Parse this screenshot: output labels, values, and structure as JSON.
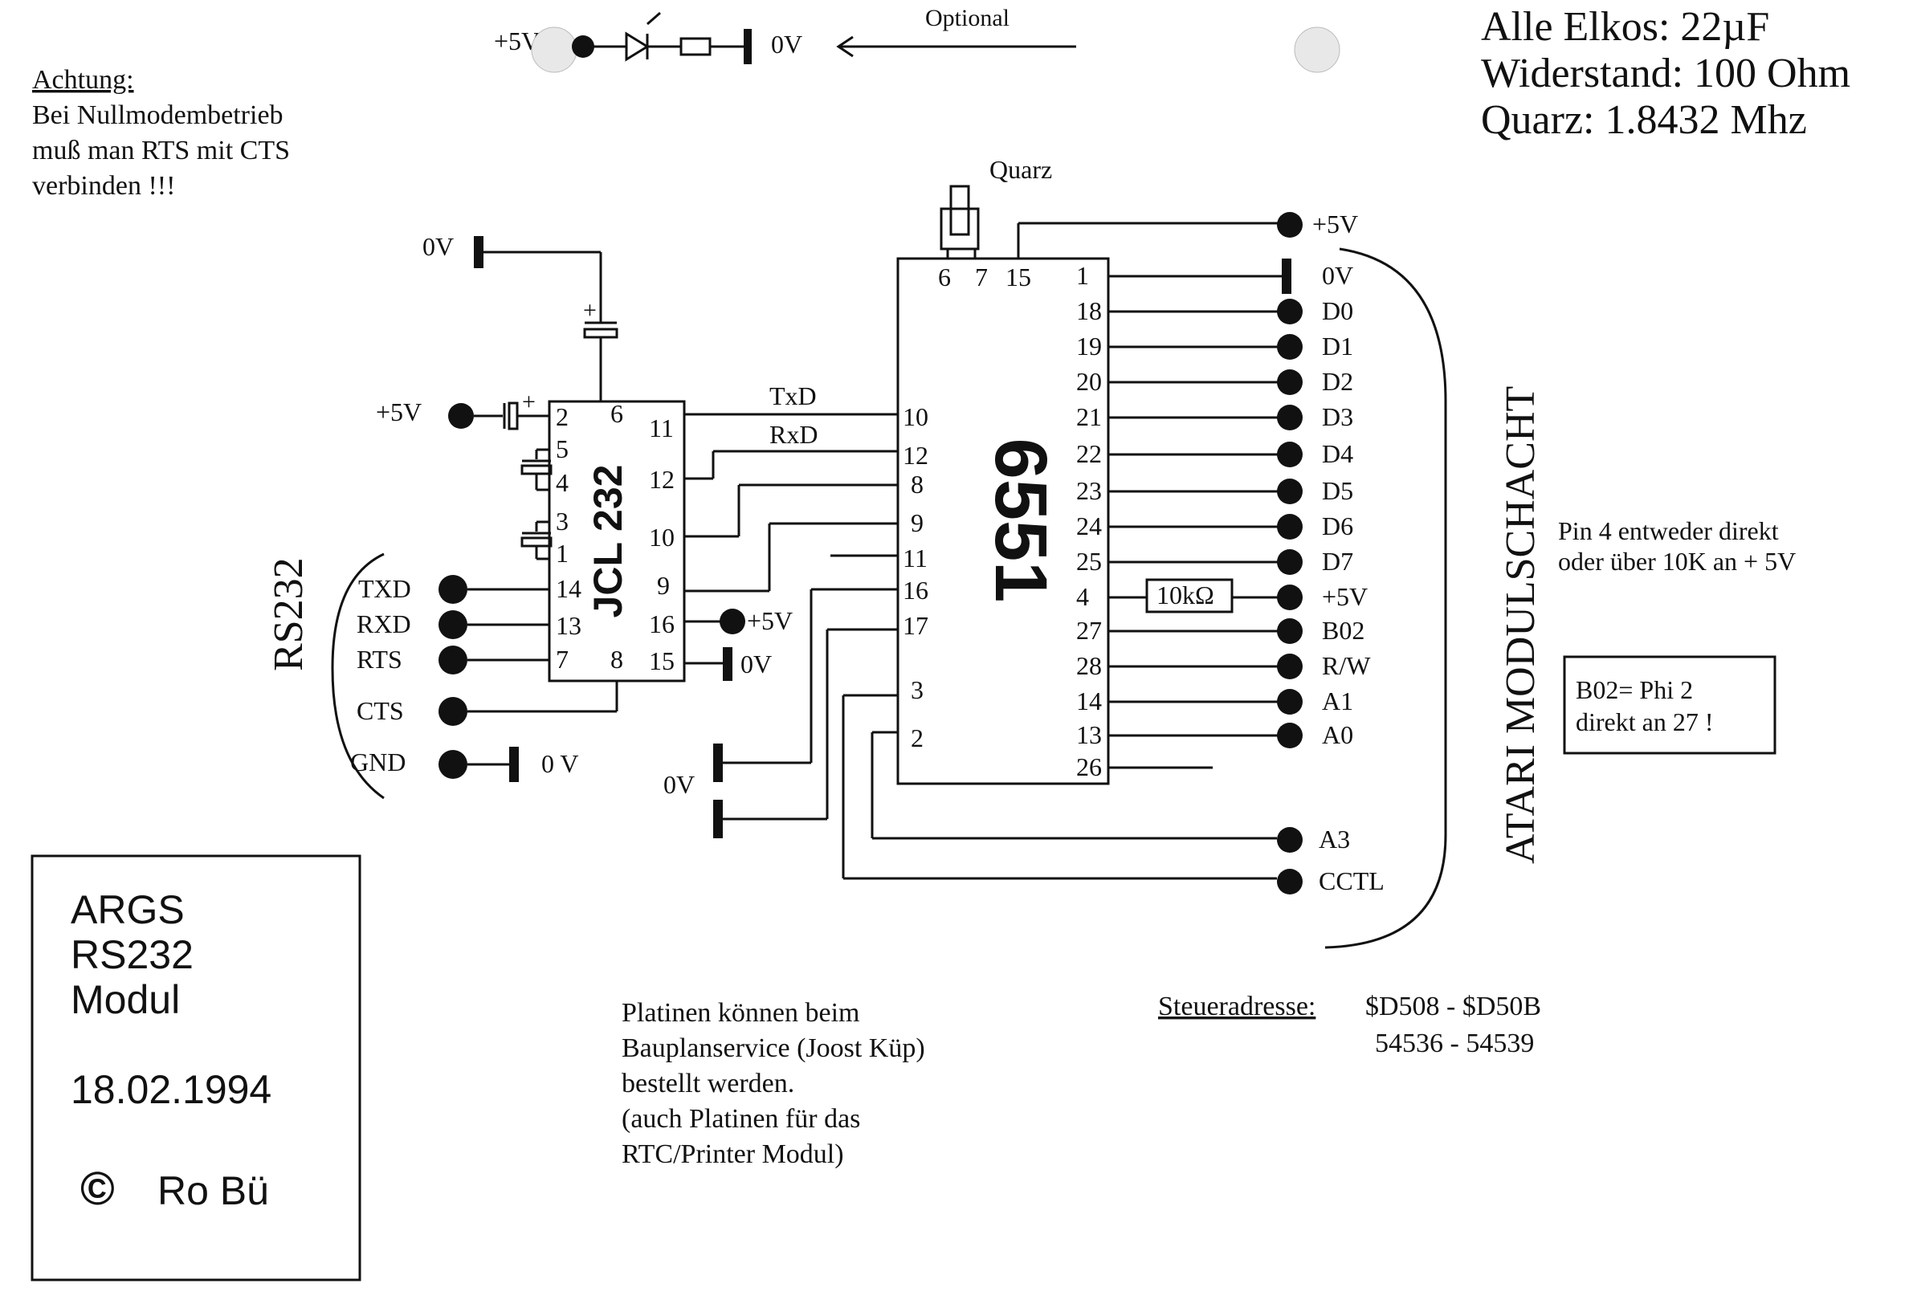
{
  "header": {
    "optional_label": "Optional",
    "led_plus": "+5V",
    "led_zero": "0V",
    "specs": [
      "Alle Elkos: 22µF",
      "Widerstand: 100 Ohm",
      "Quarz: 1.8432 Mhz"
    ]
  },
  "notes": {
    "warning_title": "Achtung:",
    "warning_lines": [
      "Bei Nullmodembetrieb",
      "muß man RTS mit CTS",
      "verbinden !!!"
    ],
    "pin4_lines": [
      "Pin 4 entweder direkt",
      "oder über 10K an + 5V"
    ],
    "b02_lines": [
      "B02= Phi 2",
      "direkt an 27 !"
    ],
    "order_lines": [
      "Platinen können beim",
      "Bauplanservice (Joost Küp)",
      "bestellt werden.",
      "(auch Platinen für das",
      "RTC/Printer Modul)"
    ],
    "address_label": "Steueradresse:",
    "address_hex": "$D508 - $D50B",
    "address_dec": "54536 - 54539"
  },
  "title_block": {
    "lines": [
      "ARGS",
      "RS232",
      "Modul"
    ],
    "date": "18.02.1994",
    "copyright_symbol": "©",
    "author": "Ro Bü"
  },
  "schematic": {
    "quarz_label": "Quarz",
    "max232": {
      "name": "JCL 232",
      "pins_left": [
        "2",
        "5",
        "4",
        "3",
        "1",
        "14",
        "13",
        "7"
      ],
      "pins_right": [
        "11",
        "12",
        "10",
        "9",
        "16",
        "15"
      ],
      "pins_top": [
        "6"
      ],
      "pins_bottom": [
        "8"
      ]
    },
    "acia": {
      "name": "6551",
      "pins_top": [
        "6",
        "7",
        "15"
      ],
      "pins_left": [
        "10",
        "12",
        "8",
        "9",
        "11",
        "16",
        "17",
        "3",
        "2"
      ],
      "pins_right": [
        "1",
        "18",
        "19",
        "20",
        "21",
        "22",
        "23",
        "24",
        "25",
        "4",
        "27",
        "28",
        "14",
        "13",
        "26"
      ]
    },
    "signals": {
      "txd": "TxD",
      "rxd": "RxD"
    },
    "rs232_label": "RS232",
    "rs232_pins": [
      "TXD",
      "RXD",
      "RTS",
      "CTS",
      "GND"
    ],
    "gnd_zero": "0 V",
    "power_plus": "+5V",
    "power_zero": "0V",
    "resistor_label": "10kΩ",
    "cart_label": "ATARI  MODULSCHACHT",
    "cart_pins": [
      "+5V",
      "0V",
      "D0",
      "D1",
      "D2",
      "D3",
      "D4",
      "D5",
      "D6",
      "D7",
      "+5V",
      "B02",
      "R/W",
      "A1",
      "A0"
    ],
    "cart_extra": [
      "A3",
      "CCTL"
    ]
  }
}
